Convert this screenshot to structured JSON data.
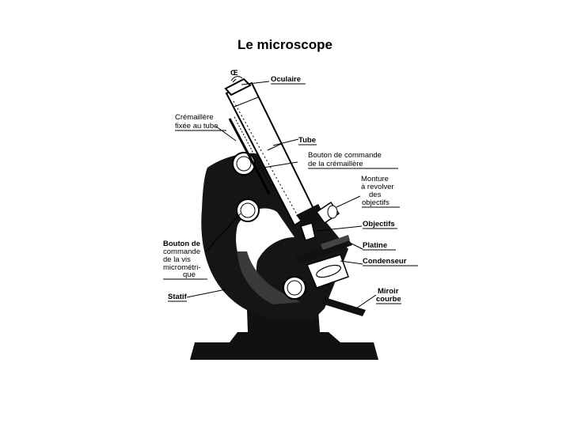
{
  "title": "Le microscope",
  "labels": {
    "oeil": "Œ",
    "oculaire": "Oculaire",
    "cremaillere_1": "Crémaillère",
    "cremaillere_2": "fixée au tube",
    "tube": "Tube",
    "bouton_cremaillere_1": "Bouton  de  commande",
    "bouton_cremaillere_2": "de la crémaillère",
    "monture_1": "Monture",
    "monture_2": "à revolver",
    "monture_3": "des",
    "monture_4": "objectifs",
    "objectifs": "Objectifs",
    "platine": "Platine",
    "condenseur": "Condenseur",
    "miroir_1": "Miroir",
    "miroir_2": "courbe",
    "bouton_vis_1": "Bouton de",
    "bouton_vis_2": "commande",
    "bouton_vis_3": "de la vis",
    "bouton_vis_4": "micrométri-",
    "bouton_vis_5": "que",
    "statif": "Statif"
  },
  "colors": {
    "ink": "#000000",
    "paper": "#ffffff",
    "shade": "#1a1a1a"
  }
}
